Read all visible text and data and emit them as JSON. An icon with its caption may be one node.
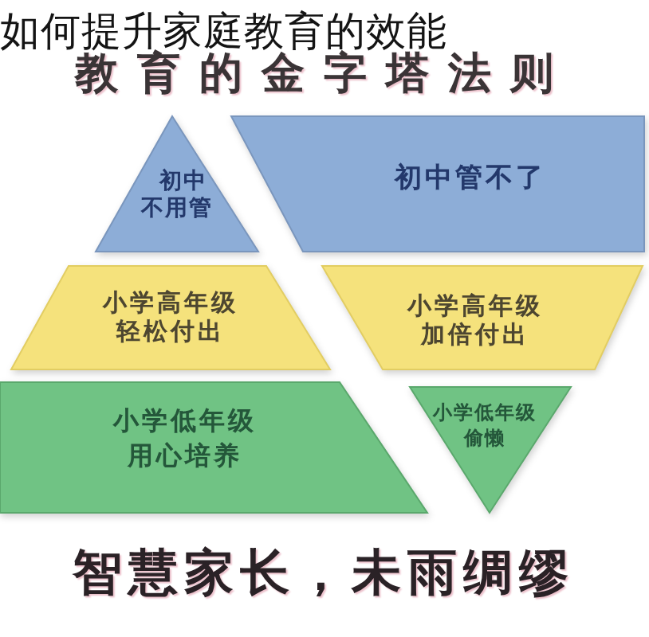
{
  "diagram": {
    "title": "教育的金字塔法则",
    "caption": "智慧家长，未雨绸缪",
    "nodes": [
      {
        "text": [
          "初中不用管"
        ]
      },
      {
        "text": [
          "初中管不了"
        ]
      },
      {
        "text": [
          "小学高年级轻松付出"
        ]
      },
      {
        "text": [
          "小学高年级加倍付出"
        ]
      },
      {
        "text": [
          "小学低年级用心培养"
        ]
      },
      {
        "text": [
          "小学低年级偷懒"
        ]
      }
    ],
    "labels": [
      "如何提升家庭教育的效能"
    ]
  }
}
